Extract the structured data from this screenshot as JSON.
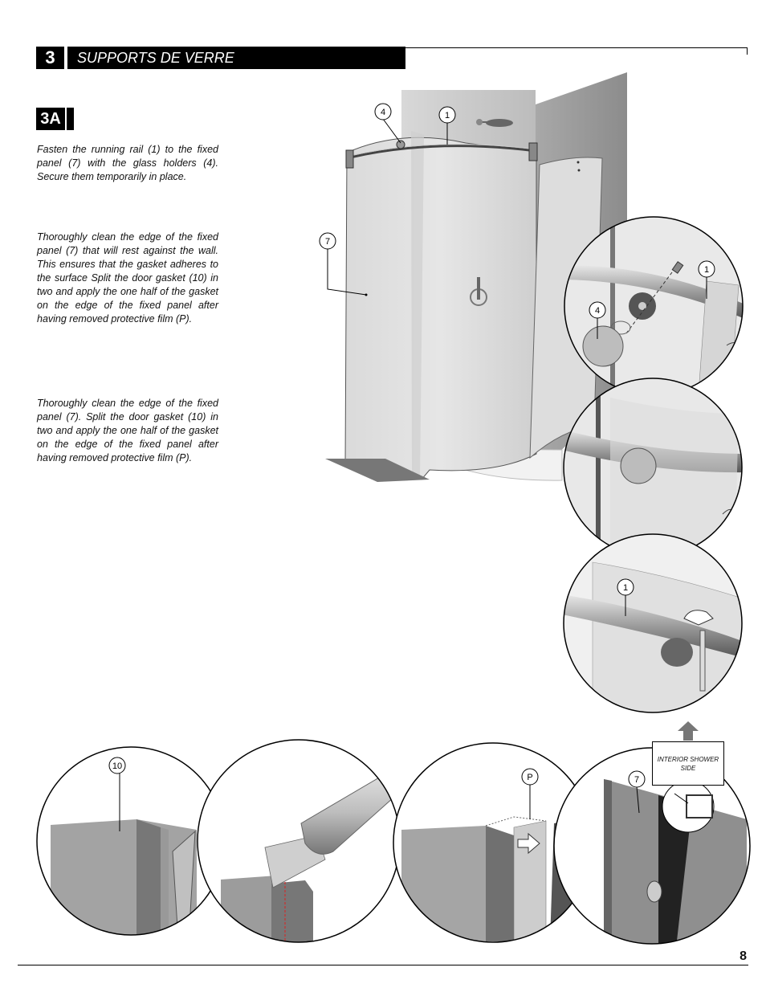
{
  "header": {
    "section_number": "3",
    "section_title": "SUPPORTS DE VERRE"
  },
  "step": {
    "label": "3A"
  },
  "instructions": [
    "Fasten the running rail (1) to the fixed panel (7) with the glass holders (4). Secure them temporarily in place.",
    "Thoroughly clean the edge of the fixed panel (7) that will rest against the wall. This ensures that the gasket adheres to the surface Split the door gasket (10) in two and apply the one half of the gasket on the edge of the fixed panel after having removed protective film (P).",
    "Thoroughly clean the edge of the fixed panel (7). Split the door gasket (10) in two and apply the one half of the gasket on the edge of the fixed panel after having removed protective film (P)."
  ],
  "callouts": {
    "main_holder": "4",
    "main_rail": "1",
    "main_panel": "7",
    "zoom1_rail": "1",
    "zoom1_holder": "4",
    "zoom3_rail": "1",
    "bottom_gasket": "10",
    "bottom_film": "P",
    "bottom_panel": "7"
  },
  "interior_label": "INTERIOR SHOWER SIDE",
  "page_number": "8"
}
